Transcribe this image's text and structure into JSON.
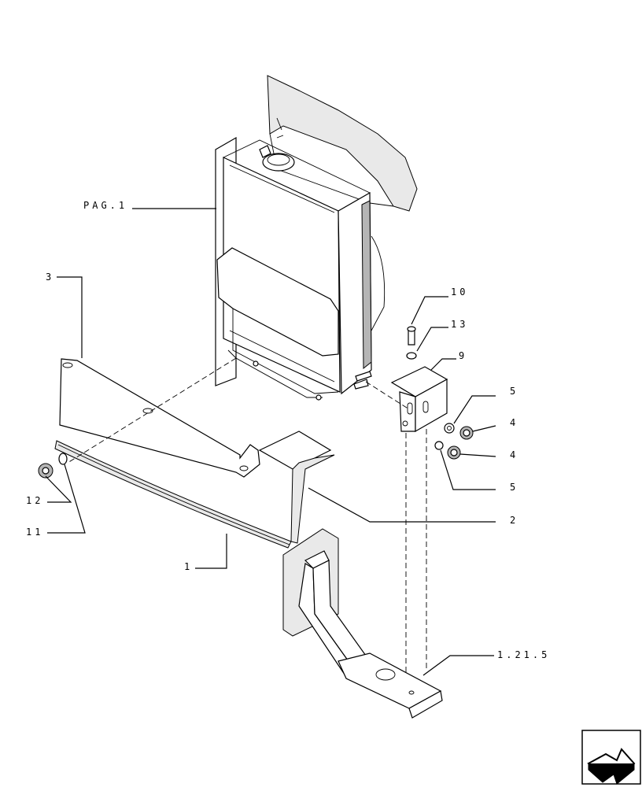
{
  "callouts": [
    {
      "id": "pag1",
      "text": "PAG.1"
    },
    {
      "id": "c3",
      "text": "3"
    },
    {
      "id": "c10",
      "text": "10"
    },
    {
      "id": "c13",
      "text": "13"
    },
    {
      "id": "c9",
      "text": "9"
    },
    {
      "id": "c5a",
      "text": "5"
    },
    {
      "id": "c4a",
      "text": "4"
    },
    {
      "id": "c4b",
      "text": "4"
    },
    {
      "id": "c5b",
      "text": "5"
    },
    {
      "id": "c2",
      "text": "2"
    },
    {
      "id": "c12",
      "text": "12"
    },
    {
      "id": "c11",
      "text": "11"
    },
    {
      "id": "c1",
      "text": "1"
    },
    {
      "id": "c1215",
      "text": "1.21.5"
    }
  ],
  "icons": {
    "next_page": "arrow-right-icon"
  }
}
